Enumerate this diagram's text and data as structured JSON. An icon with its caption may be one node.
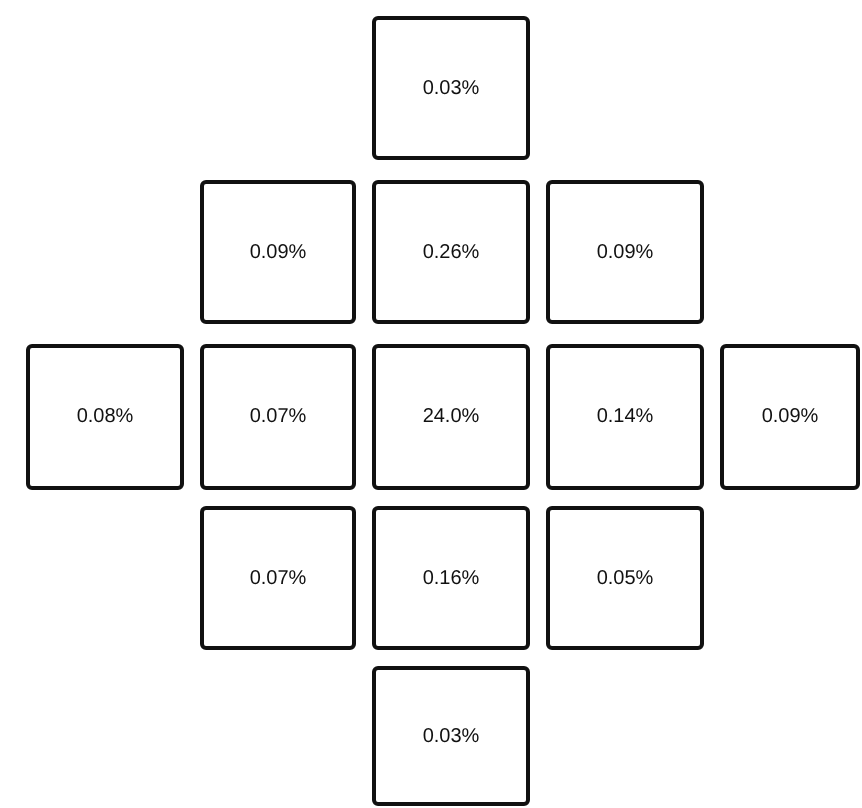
{
  "diagram": {
    "nodes": [
      {
        "text": [
          "0.03%"
        ]
      },
      {
        "text": [
          "0.09%"
        ]
      },
      {
        "text": [
          "0.26%"
        ]
      },
      {
        "text": [
          "0.09%"
        ]
      },
      {
        "text": [
          "0.08%"
        ]
      },
      {
        "text": [
          "0.07%"
        ]
      },
      {
        "text": [
          "24.0%"
        ]
      },
      {
        "text": [
          "0.14%"
        ]
      },
      {
        "text": [
          "0.09%"
        ]
      },
      {
        "text": [
          "0.07%"
        ]
      },
      {
        "text": [
          "0.16%"
        ]
      },
      {
        "text": [
          "0.05%"
        ]
      },
      {
        "text": [
          "0.03%"
        ]
      }
    ]
  }
}
